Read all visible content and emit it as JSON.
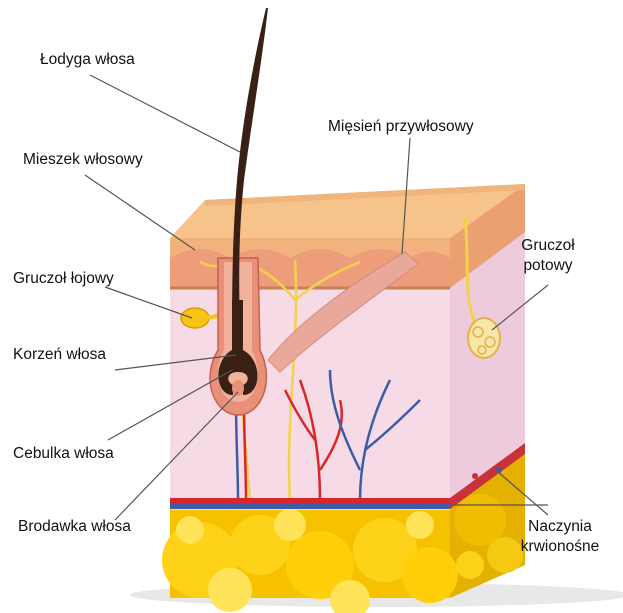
{
  "labels": {
    "hair_shaft": "Łodyga włosa",
    "arrector_muscle": "Mięsień przywłosowy",
    "follicle": "Mieszek włosowy",
    "sweat_gland_line1": "Gruczoł",
    "sweat_gland_line2": "potowy",
    "sebaceous_gland": "Gruczoł łojowy",
    "hair_root": "Korzeń włosa",
    "hair_bulb": "Cebulka włosa",
    "papilla": "Brodawka włosa",
    "vessels_line1": "Naczynia",
    "vessels_line2": "krwionośne"
  },
  "colors": {
    "epidermis_top": "#f6c38a",
    "epidermis_side": "#f2b27e",
    "dermis": "#f6dbe6",
    "dermis_side": "#eecbdc",
    "fat": "#f6c200",
    "fat_light": "#ffe45a",
    "hair": "#3a2014",
    "follicle": "#e9907a",
    "muscle": "#e8a89a",
    "artery": "#d8262a",
    "vein": "#3b5da8",
    "nerve": "#f2d24a",
    "leader_line": "#555555"
  }
}
